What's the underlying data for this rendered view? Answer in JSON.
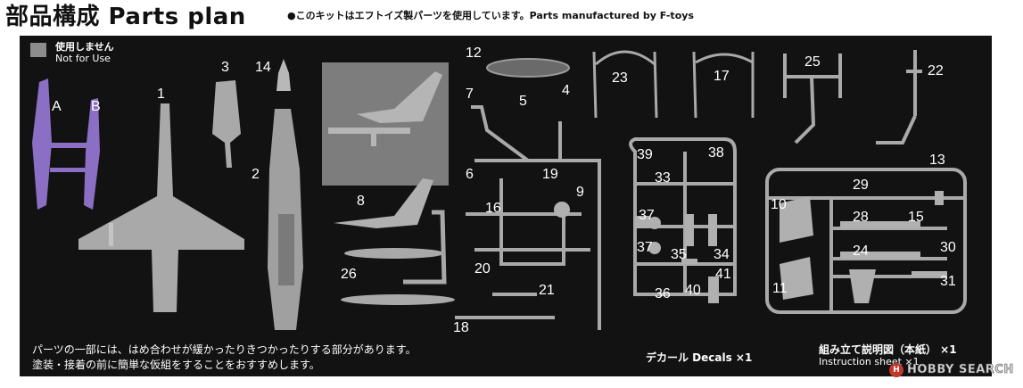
{
  "header": {
    "title": "部品構成 Parts plan",
    "subtitle": "●このキットはエフトイズ製パーツを使用しています。Parts manufactured by F-toys"
  },
  "legend": {
    "jp": "使用しません",
    "en": "Not for Use",
    "swatch_color": "#8c8c8c"
  },
  "part_labels": {
    "a": "A",
    "b": "B",
    "p1": "1",
    "p2": "2",
    "p3": "3",
    "p4": "4",
    "p5": "5",
    "p6": "6",
    "p7": "7",
    "p8": "8",
    "p9": "9",
    "p10": "10",
    "p11": "11",
    "p12": "12",
    "p13": "13",
    "p14": "14",
    "p15": "15",
    "p16": "16",
    "p17": "17",
    "p18": "18",
    "p19": "19",
    "p20": "20",
    "p21": "21",
    "p22": "22",
    "p23": "23",
    "p24": "24",
    "p25": "25",
    "p26": "26",
    "p28": "28",
    "p29": "29",
    "p30": "30",
    "p31": "31",
    "p33": "33",
    "p34": "34",
    "p35": "35",
    "p36": "36",
    "p37a": "37",
    "p37b": "37",
    "p38": "38",
    "p39": "39",
    "p40": "40",
    "p41": "41"
  },
  "notes": {
    "line1": "パーツの一部には、はめ合わせが緩かったりきつかったりする部分があります。",
    "line2": "塗装・接着の前に簡単な仮組をすることをおすすめします。"
  },
  "decals": "デカール Decals ×1",
  "instructions": {
    "jp": "組み立て説明図（本紙） ×1",
    "en": "Instruction sheet ×1"
  },
  "watermark": "HOBBY SEARCH",
  "colors": {
    "background": "#121212",
    "part_gray": "#a9a9a9",
    "clear_part": "#6a6a6a",
    "purple_part": "#8a6fc4"
  }
}
